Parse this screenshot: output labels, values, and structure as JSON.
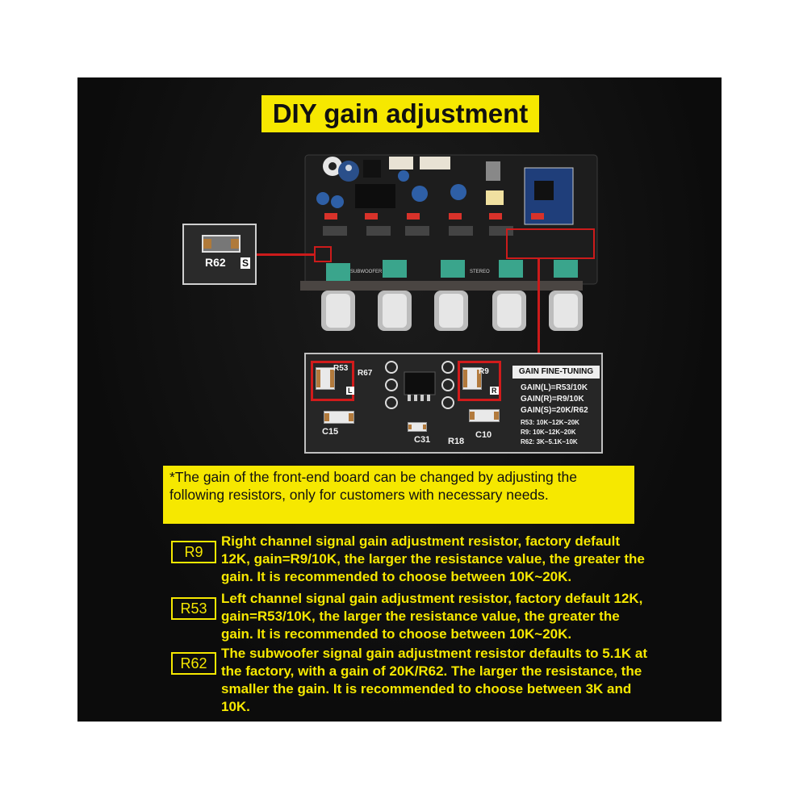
{
  "title": "DIY gain adjustment",
  "inset": {
    "resistor_label": "R62",
    "s_label": "S"
  },
  "board": {
    "silk_labels": [
      "SUBWOOFER",
      "STEREO"
    ],
    "knob_count": 5
  },
  "detail": {
    "labels": {
      "r53": "R53",
      "r9": "R9",
      "r67": "R67",
      "l": "L",
      "r": "R",
      "c15": "C15",
      "c31": "C31",
      "r18": "R18",
      "c10": "C10"
    },
    "fine_tuning": {
      "header": "GAIN FINE-TUNING",
      "lines": [
        "GAIN(L)=R53/10K",
        "GAIN(R)=R9/10K",
        "GAIN(S)=20K/R62"
      ],
      "ranges": [
        "R53: 10K~12K~20K",
        "R9: 10K~12K~20K",
        "R62: 3K~5.1K~10K"
      ]
    }
  },
  "note": "*The gain of the front-end board can be changed by adjusting the following resistors, only for customers with necessary needs.",
  "items": [
    {
      "tag": "R9",
      "text": "Right channel signal gain adjustment resistor, factory default 12K, gain=R9/10K, the larger the resistance value, the greater the gain. It is recommended to choose between 10K~20K."
    },
    {
      "tag": "R53",
      "text": "Left channel signal gain adjustment resistor, factory default 12K, gain=R53/10K, the larger the resistance value, the greater the gain. It is recommended to choose between 10K~20K."
    },
    {
      "tag": "R62",
      "text": "The subwoofer signal gain adjustment resistor defaults to 5.1K at the factory, with a gain of 20K/R62. The larger the resistance, the smaller the gain. It is recommended to choose between 3K and 10K."
    }
  ],
  "colors": {
    "accent": "#f6e800",
    "highlight": "#cc1b1b",
    "background": "#111111"
  }
}
